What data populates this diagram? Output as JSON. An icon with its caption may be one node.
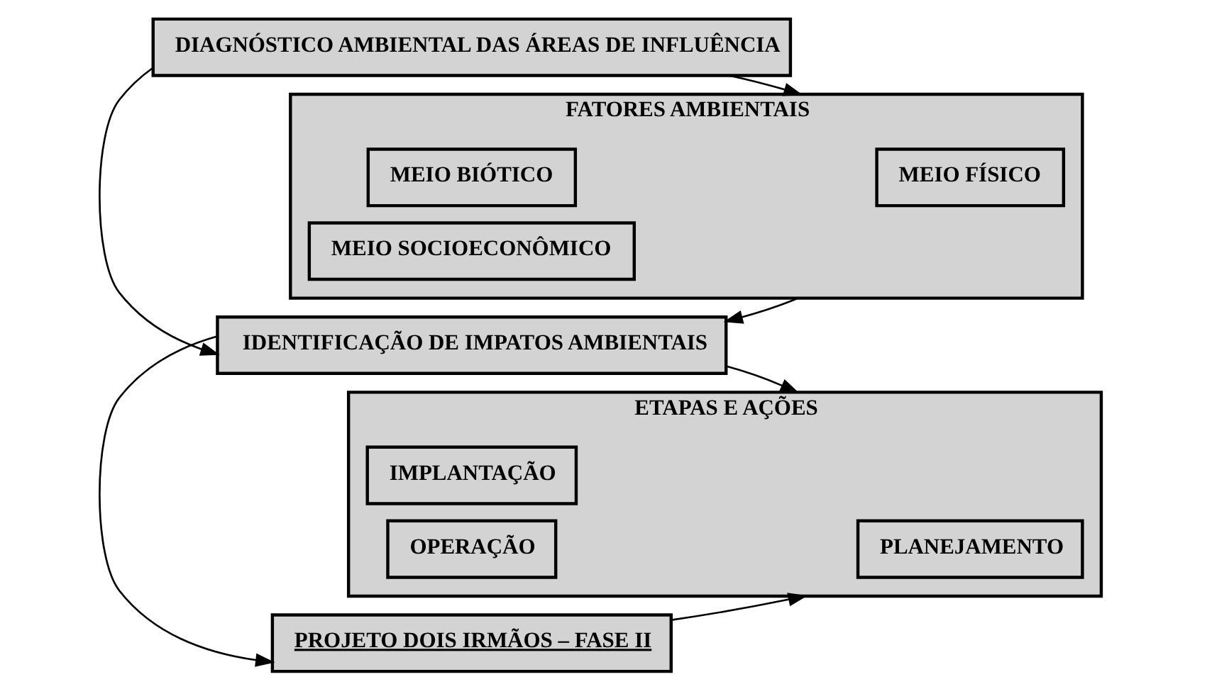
{
  "diagram": {
    "nodes": [
      {
        "text": [
          "DIAGNÓSTICO AMBIENTAL DAS ÁREAS DE INFLUÊNCIA"
        ]
      },
      {
        "text": [
          "FATORES AMBIENTAIS"
        ]
      },
      {
        "text": [
          "MEIO FÍSICO"
        ],
        "in": 1
      },
      {
        "text": [
          "MEIO BIÓTICO"
        ],
        "in": 1
      },
      {
        "text": [
          "MEIO SOCIOECONÔMICO"
        ],
        "in": 1
      },
      {
        "text": [
          "IDENTIFICAÇÃO DE IMPATOS AMBIENTAIS"
        ]
      },
      {
        "text": [
          "PROJETO DOIS IRMÃOS – FASE II"
        ]
      },
      {
        "text": [
          "ETAPAS E AÇÕES"
        ]
      },
      {
        "text": [
          "PLANEJAMENTO"
        ],
        "in": 7
      },
      {
        "text": [
          "IMPLANTAÇÃO"
        ],
        "in": 7
      },
      {
        "text": [
          "OPERAÇÃO"
        ],
        "in": 7
      }
    ],
    "edges": [
      {
        "from": 0,
        "to": 1,
        "arrow": "to"
      },
      {
        "from": 0,
        "to": 5,
        "arrow": "to"
      },
      {
        "from": 1,
        "to": 5,
        "arrow": "to"
      },
      {
        "from": 5,
        "to": 6,
        "arrow": "to"
      },
      {
        "from": 5,
        "to": 7,
        "arrow": "to"
      },
      {
        "from": 6,
        "to": 7,
        "arrow": "to"
      }
    ]
  }
}
